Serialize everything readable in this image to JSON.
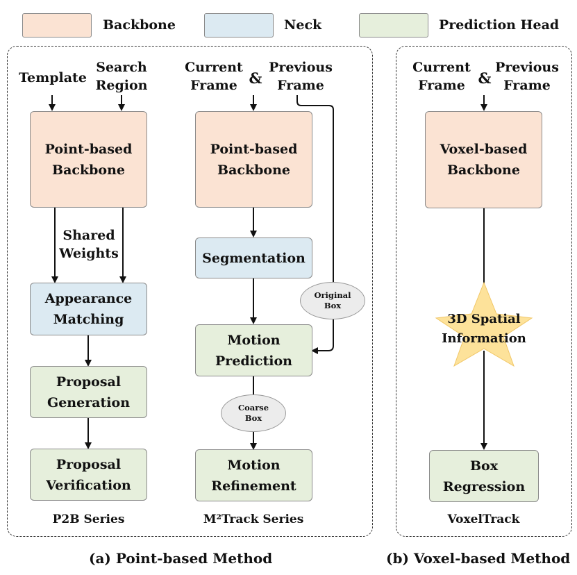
{
  "legend": {
    "backbone": "Backbone",
    "neck": "Neck",
    "head": "Prediction Head",
    "colors": {
      "backbone": "#fbe3d3",
      "neck": "#dceaf2",
      "head": "#e6efdc"
    }
  },
  "p2b": {
    "input_template": "Template",
    "input_search": "Search\nRegion",
    "backbone": "Point-based\nBackbone",
    "shared_weights": "Shared\nWeights",
    "matching": "Appearance\nMatching",
    "generation": "Proposal\nGeneration",
    "verification": "Proposal\nVerification",
    "series": "P2B Series"
  },
  "m2track": {
    "input_current": "Current\nFrame",
    "amp": "&",
    "input_previous": "Previous\nFrame",
    "backbone": "Point-based\nBackbone",
    "segmentation": "Segmentation",
    "original_box": "Original\nBox",
    "motion_prediction": "Motion\nPrediction",
    "coarse_box": "Coarse\nBox",
    "motion_refinement": "Motion\nRefinement",
    "series": "M²Track Series"
  },
  "voxeltrack": {
    "input_current": "Current\nFrame",
    "amp": "&",
    "input_previous": "Previous\nFrame",
    "backbone": "Voxel-based\nBackbone",
    "spatial": "3D Spatial\nInformation",
    "regression": "Box\nRegression",
    "series": "VoxelTrack",
    "star_color": "#fde29a"
  },
  "captions": {
    "a": "(a) Point-based Method",
    "b": "(b) Voxel-based Method"
  }
}
